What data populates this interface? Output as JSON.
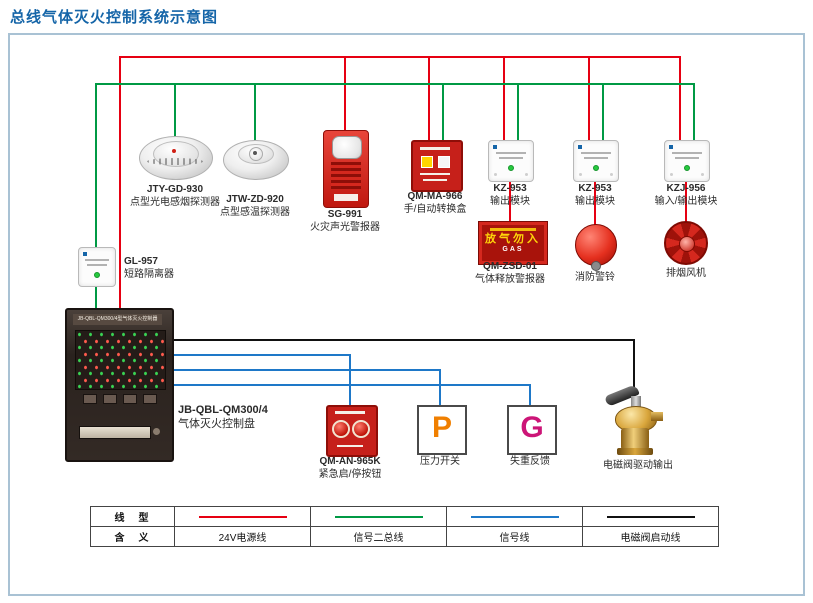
{
  "title": "总线气体灭火控制系统示意图",
  "colors": {
    "wire_red": "#e60012",
    "wire_green": "#009944",
    "wire_blue": "#1e78c8",
    "wire_black": "#111111",
    "title_blue": "#1565a8",
    "frame_border": "#a9c2d4"
  },
  "devices": {
    "smoke": {
      "model": "JTY-GD-930",
      "name": "点型光电感烟探测器"
    },
    "heat": {
      "model": "JTW-ZD-920",
      "name": "点型感温探测器"
    },
    "sounder": {
      "model": "SG-991",
      "name": "火灾声光警报器"
    },
    "manual_auto": {
      "model": "QM-MA-966",
      "name": "手/自动转换盒"
    },
    "module1": {
      "model": "KZ-953",
      "name": "输出模块"
    },
    "module2": {
      "model": "KZ-953",
      "name": "输出模块"
    },
    "io_module": {
      "model": "KZJ-956",
      "name": "输入/输出模块"
    },
    "gas_sign": {
      "model": "QM-ZSD-01",
      "name": "气体释放警报器",
      "sign_main": "放气勿入",
      "sign_sub": "GAS"
    },
    "bell": {
      "name": "消防警铃"
    },
    "fan": {
      "name": "排烟风机"
    },
    "isolator": {
      "model": "GL-957",
      "name": "短路隔离器"
    },
    "panel": {
      "model": "JB-QBL-QM300/4",
      "name": "气体灭火控制盘",
      "strip": "JB-QBL-QM300/4型气体灭火控制器"
    },
    "button": {
      "model": "QM-AN-965K",
      "name": "紧急启/停按钮"
    },
    "pressure": {
      "name": "压力开关",
      "letter": "P"
    },
    "weight": {
      "name": "失重反馈",
      "letter": "G"
    },
    "valve": {
      "name": "电磁阀驱动输出"
    }
  },
  "legend": {
    "row1_header": "线　型",
    "row2_header": "含　义",
    "items": [
      {
        "label": "24V电源线",
        "color": "#e60012"
      },
      {
        "label": "信号二总线",
        "color": "#009944"
      },
      {
        "label": "信号线",
        "color": "#1e78c8"
      },
      {
        "label": "电磁阀启动线",
        "color": "#111111"
      }
    ]
  }
}
